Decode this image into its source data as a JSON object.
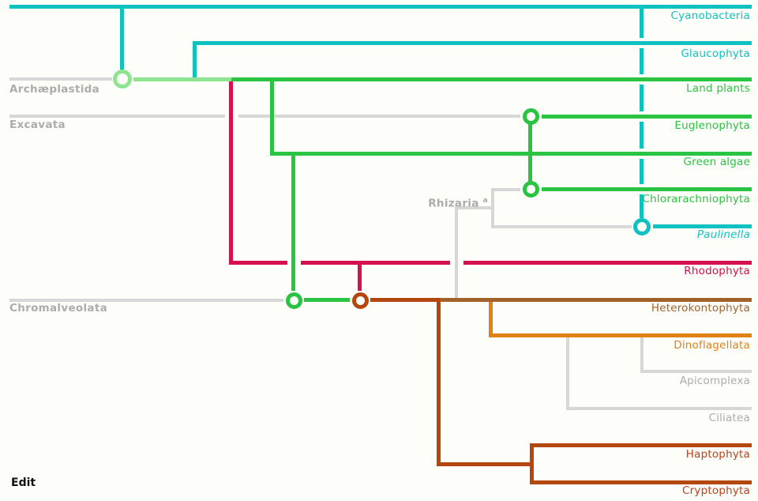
{
  "palette": {
    "teal": "#0ec2c2",
    "green": "#2bc342",
    "light_green": "#8fe48f",
    "crimson": "#d60f4e",
    "brown": "#a2622a",
    "rust": "#b4470e",
    "orange": "#e08214",
    "gray_line": "#d7d7d7",
    "gray_text": "#acacac",
    "background": "#fdfdfa"
  },
  "clades": {
    "archaeplastida": "Archæplastida",
    "excavata": "Excavata",
    "rhizaria": "Rhizaria",
    "rhizaria_superscript": "a",
    "chromalveolata": "Chromalveolata"
  },
  "taxa": [
    {
      "label": "Cyanobacteria",
      "color": "#0ec2c2"
    },
    {
      "label": "Glaucophyta",
      "color": "#0ec2c2"
    },
    {
      "label": "Land plants",
      "color": "#2bc342"
    },
    {
      "label": "Euglenophyta",
      "color": "#2bc342"
    },
    {
      "label": "Green algae",
      "color": "#2bc342"
    },
    {
      "label": "Chlorarachniophyta",
      "color": "#2bc342"
    },
    {
      "label": "Paulinella",
      "color": "#0ec2c2",
      "italic": true
    },
    {
      "label": "Rhodophyta",
      "color": "#d60f4e"
    },
    {
      "label": "Heterokontophyta",
      "color": "#a2622a"
    },
    {
      "label": "Dinoflagellata",
      "color": "#e08214"
    },
    {
      "label": "Apicomplexa",
      "color": "#acacac"
    },
    {
      "label": "Ciliatea",
      "color": "#acacac"
    },
    {
      "label": "Haptophyta",
      "color": "#b5431a"
    },
    {
      "label": "Cryptophyta",
      "color": "#b5431a"
    }
  ],
  "edit": {
    "label": "Edit"
  }
}
